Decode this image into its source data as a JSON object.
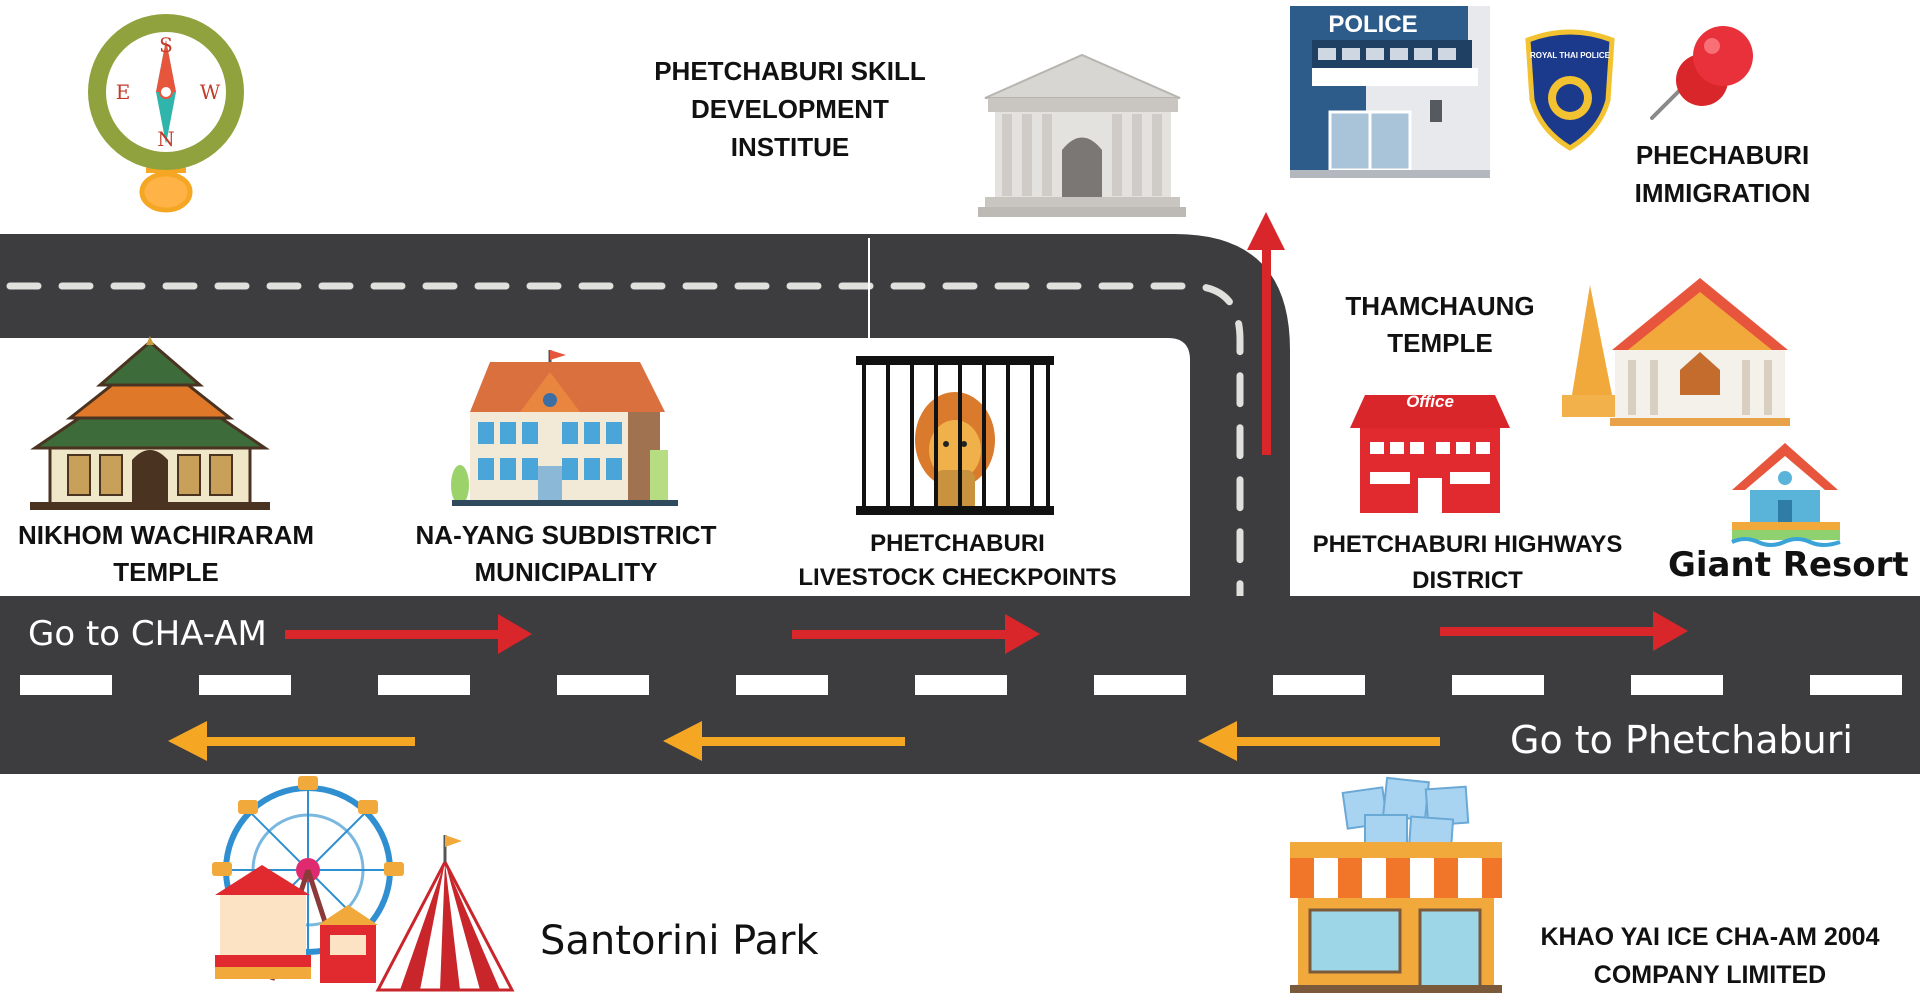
{
  "compass": {
    "letters": [
      "S",
      "W",
      "N",
      "E"
    ]
  },
  "roads": {
    "go_cha_am": "Go to CHA-AM",
    "go_phetchaburi": "Go to Phetchaburi",
    "colors": {
      "asphalt": "#3d3d3f",
      "arrow_east": "#d9262b",
      "arrow_west": "#f5a623",
      "arrow_north": "#d9262b"
    }
  },
  "signs": {
    "police": "POLICE",
    "office": "Office",
    "badge": "ROYAL THAI POLICE"
  },
  "places": {
    "skill_institute": {
      "line1": "PHETCHABURI  SKILL",
      "line2": "DEVELOPMENT",
      "line3": "INSTITUE"
    },
    "immigration": {
      "line1": "PHECHABURI",
      "line2": "IMMIGRATION"
    },
    "thamchaung": {
      "line1": "THAMCHAUNG",
      "line2": "TEMPLE"
    },
    "nikhom": {
      "line1": "NIKHOM WACHIRARAM",
      "line2": "TEMPLE"
    },
    "nayang": {
      "line1": "NA-YANG SUBDISTRICT",
      "line2": "MUNICIPALITY"
    },
    "livestock": {
      "line1": "PHETCHABURI",
      "line2": "LIVESTOCK CHECKPOINTS"
    },
    "highways": {
      "line1": "PHETCHABURI HIGHWAYS",
      "line2": "DISTRICT"
    },
    "giant_resort": "Giant Resort",
    "santorini": "Santorini Park",
    "khao_yai": {
      "line1": "KHAO YAI ICE CHA-AM 2004",
      "line2": "COMPANY LIMITED"
    }
  }
}
